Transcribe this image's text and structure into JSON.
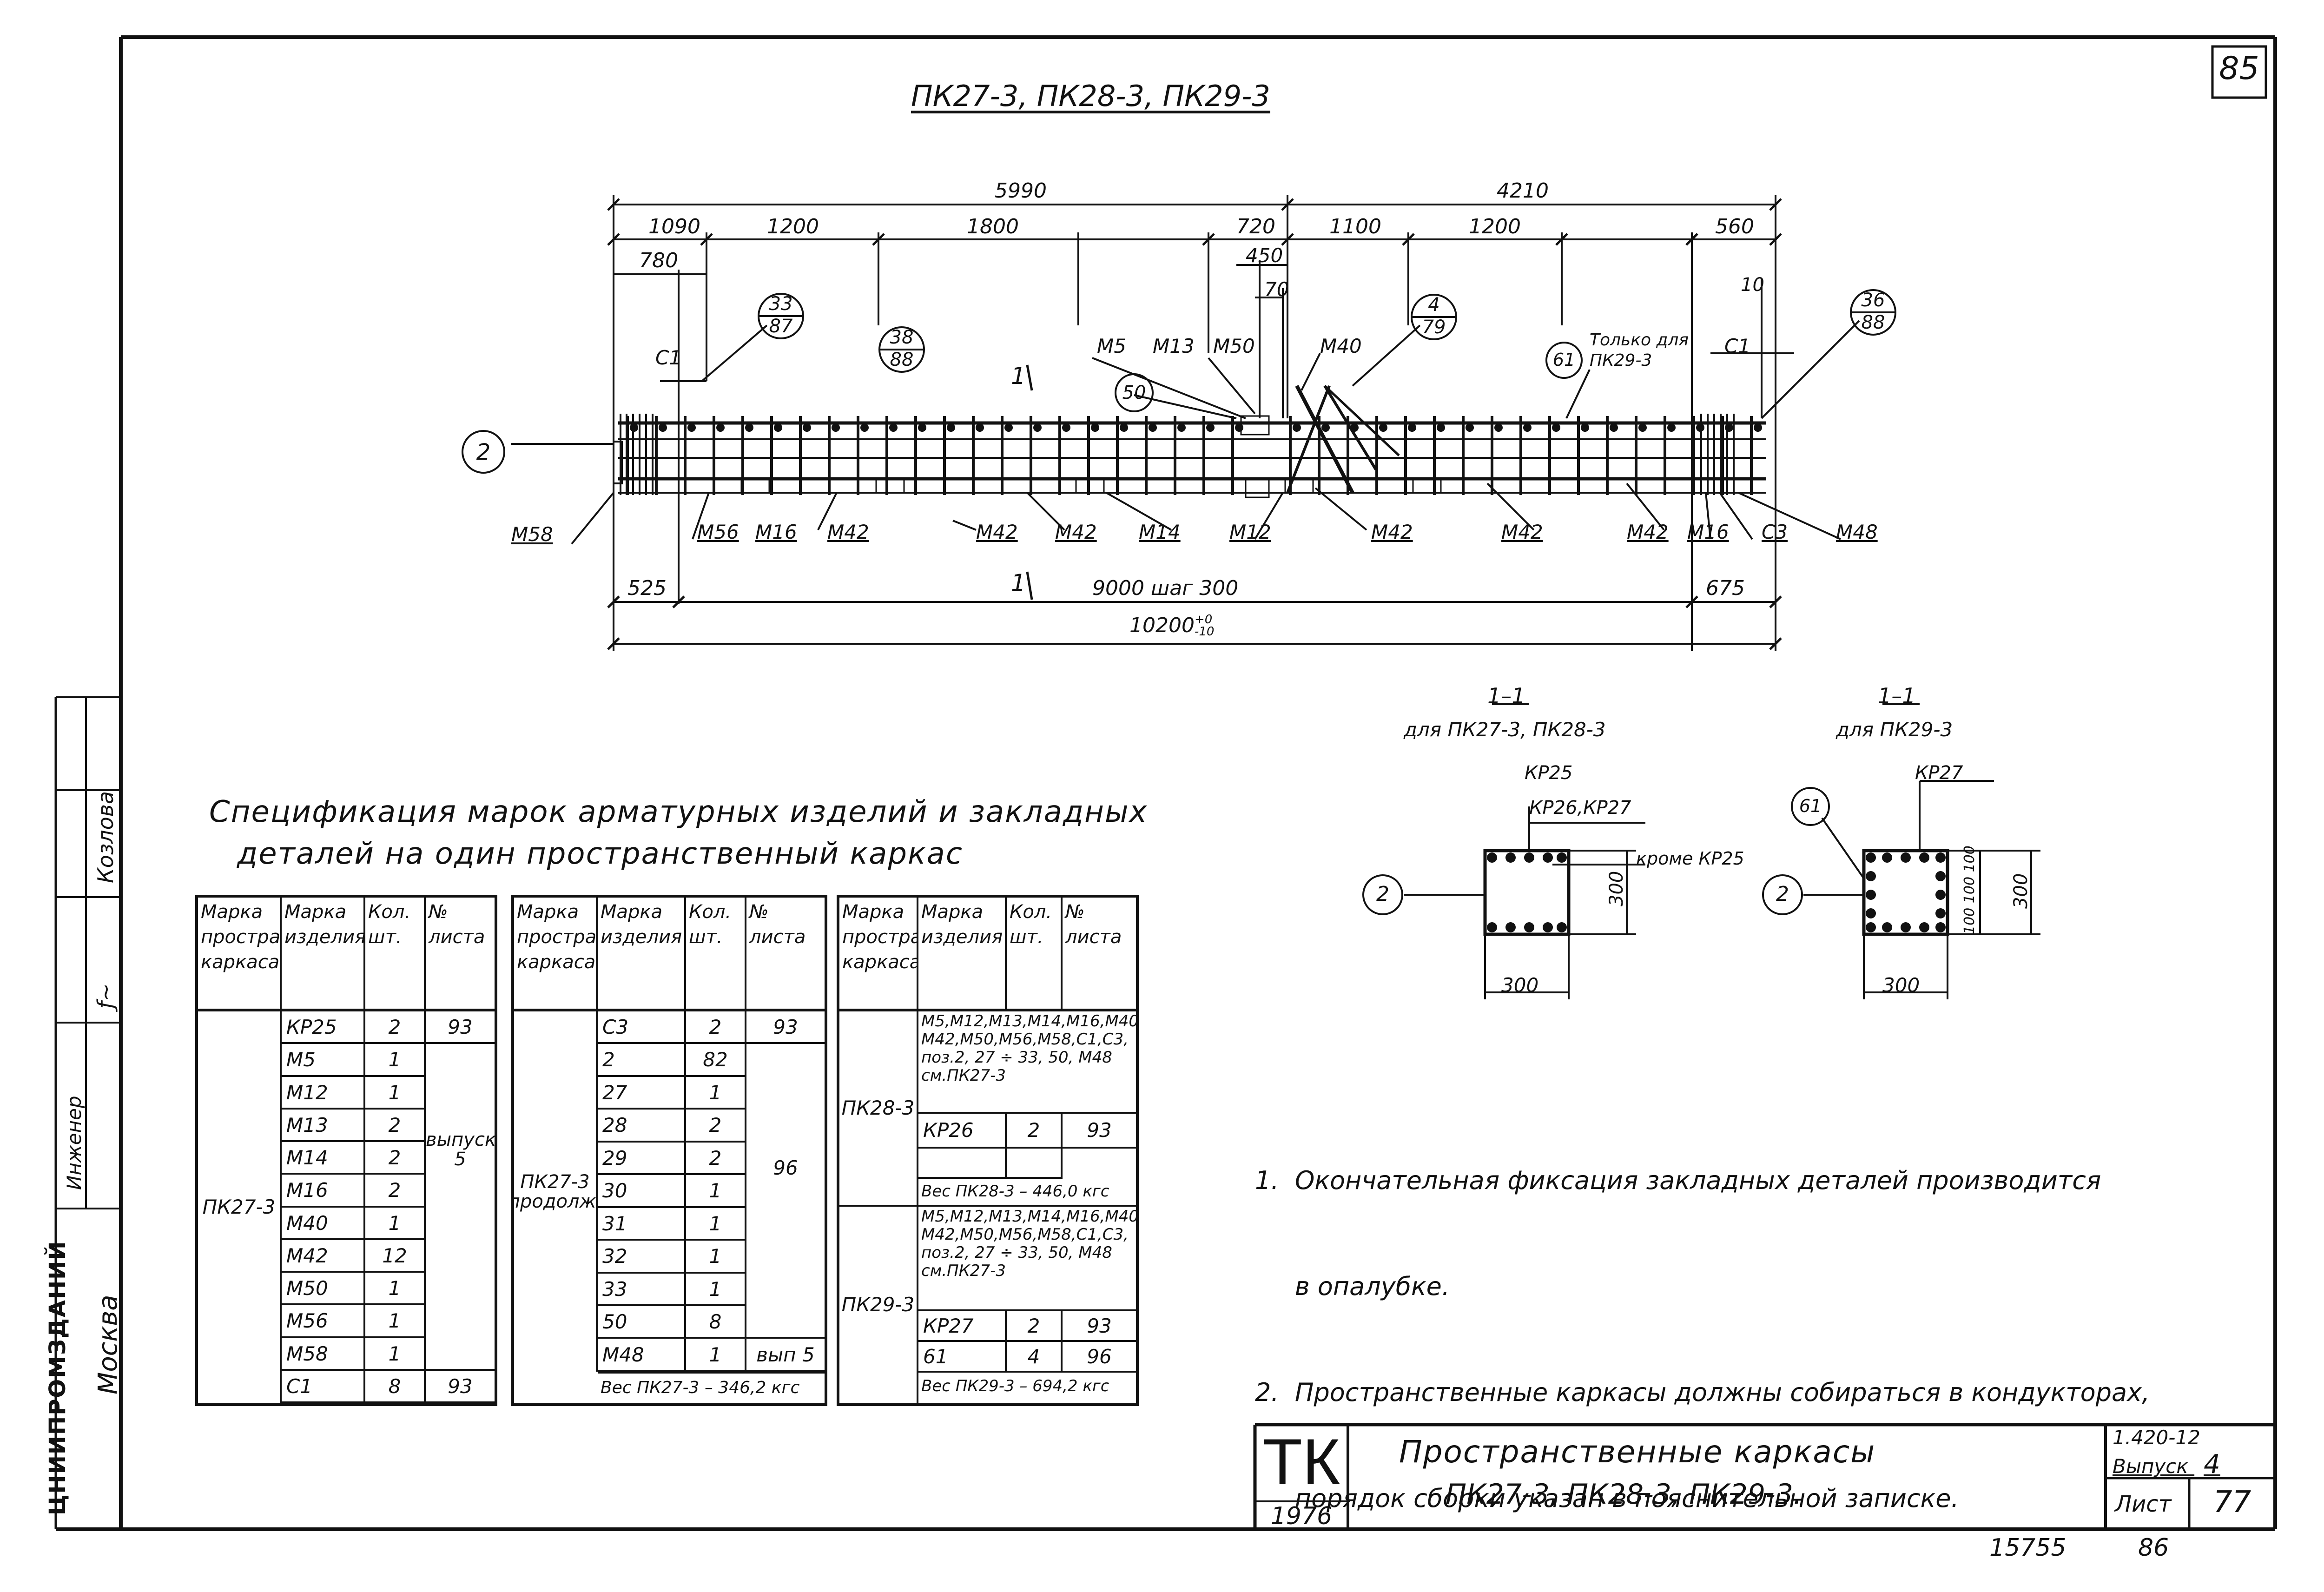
{
  "sheet": {
    "page_number": "85",
    "bottom_number": "86",
    "archive_number": "15755"
  },
  "drawing": {
    "title": "ПК27-3,  ПК28-3,  ПК29-3",
    "dims_top": [
      "5990",
      "4210"
    ],
    "dims_row2": [
      "1090",
      "1200",
      "1800",
      "720",
      "1100",
      "1200",
      "560"
    ],
    "dims_small": [
      "780",
      "450",
      "70",
      "10"
    ],
    "dims_bottom": [
      "525",
      "9000 шаг 300",
      "675"
    ],
    "dim_total": "10200",
    "dim_total_tol_plus": "+0",
    "dim_total_tol_minus": "-10",
    "section_mark": "1",
    "bubbles": [
      {
        "top": "33",
        "bottom": "87"
      },
      {
        "top": "38",
        "bottom": "88"
      },
      {
        "top": "4",
        "bottom": "79"
      },
      {
        "top": "36",
        "bottom": "88"
      }
    ],
    "pos_marks": [
      "2",
      "50",
      "61"
    ],
    "labels_top": [
      "С1",
      "М5",
      "М13",
      "М50",
      "М40",
      "С1"
    ],
    "only_for": "Только для ПК29-3",
    "labels_bottom": [
      "М58",
      "М56",
      "М16",
      "М42",
      "М42",
      "М42",
      "М14",
      "М12",
      "М42",
      "М42",
      "М42",
      "М16",
      "С3",
      "М48"
    ]
  },
  "sections": [
    {
      "title": "1–1",
      "subtitle": "для ПК27-3, ПК28-3",
      "labels": [
        "КР25",
        "КР26,КР27",
        "кроме КР25"
      ],
      "dims": [
        "300",
        "300"
      ],
      "mark": "2"
    },
    {
      "title": "1–1",
      "subtitle": "для ПК29-3",
      "labels": [
        "КР27"
      ],
      "dims": [
        "300",
        "300",
        "100 100 100"
      ],
      "marks": [
        "61",
        "2"
      ]
    }
  ],
  "spec": {
    "title_line1": "Спецификация  марок  арматурных  изделий  и  закладных",
    "title_line2": "деталей  на  один  пространственный  каркас",
    "headers": {
      "col1": "Марка простран. каркаса",
      "col2": "Марка изделия",
      "col3": "Кол. шт.",
      "col4": "№ листа"
    },
    "table1": {
      "frame": "ПК27-3",
      "rows": [
        {
          "item": "КР25",
          "qty": "2",
          "sheet": "93"
        },
        {
          "item": "М5",
          "qty": "1",
          "sheet": ""
        },
        {
          "item": "М12",
          "qty": "1",
          "sheet": ""
        },
        {
          "item": "М13",
          "qty": "2",
          "sheet": ""
        },
        {
          "item": "М14",
          "qty": "2",
          "sheet": ""
        },
        {
          "item": "М16",
          "qty": "2",
          "sheet": ""
        },
        {
          "item": "М40",
          "qty": "1",
          "sheet": ""
        },
        {
          "item": "М42",
          "qty": "12",
          "sheet": ""
        },
        {
          "item": "М50",
          "qty": "1",
          "sheet": ""
        },
        {
          "item": "М56",
          "qty": "1",
          "sheet": ""
        },
        {
          "item": "М58",
          "qty": "1",
          "sheet": ""
        },
        {
          "item": "С1",
          "qty": "8",
          "sheet": "93"
        }
      ],
      "merged_sheet": "выпуск 5"
    },
    "table2": {
      "frame": "ПК27-3 продолж.",
      "rows": [
        {
          "item": "С3",
          "qty": "2",
          "sheet": "93"
        },
        {
          "item": "2",
          "qty": "82",
          "sheet": ""
        },
        {
          "item": "27",
          "qty": "1",
          "sheet": ""
        },
        {
          "item": "28",
          "qty": "2",
          "sheet": ""
        },
        {
          "item": "29",
          "qty": "2",
          "sheet": ""
        },
        {
          "item": "30",
          "qty": "1",
          "sheet": ""
        },
        {
          "item": "31",
          "qty": "1",
          "sheet": ""
        },
        {
          "item": "32",
          "qty": "1",
          "sheet": ""
        },
        {
          "item": "33",
          "qty": "1",
          "sheet": ""
        },
        {
          "item": "50",
          "qty": "8",
          "sheet": ""
        },
        {
          "item": "М48",
          "qty": "1",
          "sheet": "вып 5"
        }
      ],
      "merged_sheet": "96",
      "weight": "Вес ПК27-3 – 346,2 кгс"
    },
    "table3": {
      "frame_a": "ПК28-3",
      "a_list": "М5,М12,М13,М14,М16,М40, М42,М50,М56,М58,С1,С3, поз.2, 27 ÷ 33, 50, М48        см.ПК27-3",
      "a_row": {
        "item": "КР26",
        "qty": "2",
        "sheet": "93"
      },
      "a_weight": "Вес ПК28-3 – 446,0 кгс",
      "frame_b": "ПК29-3",
      "b_list": "М5,М12,М13,М14,М16,М40, М42,М50,М56,М58,С1,С3, поз.2, 27 ÷ 33, 50, М48        см.ПК27-3",
      "b_rows": [
        {
          "item": "КР27",
          "qty": "2",
          "sheet": "93"
        },
        {
          "item": "61",
          "qty": "4",
          "sheet": "96"
        }
      ],
      "b_weight": "Вес ПК29-3 – 694,2 кгс"
    }
  },
  "notes": [
    "1.  Окончательная фиксация закладных деталей производится",
    "     в опалубке.",
    "2.  Пространственные каркасы должны собираться в кондукторах,",
    "     порядок сборки указан в пояснительной записке."
  ],
  "title_block": {
    "logo": "ТК",
    "year": "1976",
    "title_line1": "Пространственные  каркасы",
    "title_line2": "ПК27-3, ПК28-3, ПК29-3.",
    "series": "1.420-12",
    "issue_label": "Выпуск",
    "issue_value": "4",
    "sheet_label": "Лист",
    "sheet_value": "77"
  },
  "side_stamp": {
    "org_line1": "ЦНИИПРОМЗДАНИЙ",
    "org_line2": "Москва",
    "role": "Инженер",
    "name": "Козлова"
  }
}
